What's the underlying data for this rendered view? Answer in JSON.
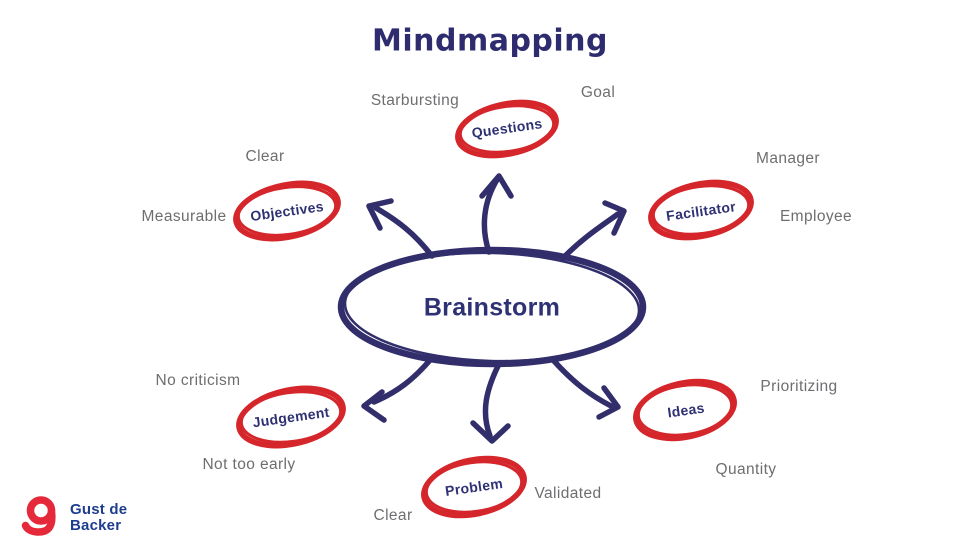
{
  "title": "Mindmapping",
  "center": {
    "label": "Brainstorm"
  },
  "branches": [
    {
      "label": "Questions",
      "satellites": [
        "Starbursting",
        "Goal"
      ]
    },
    {
      "label": "Facilitator",
      "satellites": [
        "Manager",
        "Employee"
      ]
    },
    {
      "label": "Ideas",
      "satellites": [
        "Prioritizing",
        "Quantity"
      ]
    },
    {
      "label": "Problem",
      "satellites": [
        "Validated",
        "Clear"
      ]
    },
    {
      "label": "Judgement",
      "satellites": [
        "No criticism",
        "Not too early"
      ]
    },
    {
      "label": "Objectives",
      "satellites": [
        "Clear",
        "Measurable"
      ]
    }
  ],
  "logo": {
    "name_line1": "Gust de",
    "name_line2": "Backer"
  },
  "colors": {
    "ink_navy": "#312e6b",
    "highlight_red": "#d4262b",
    "satellite_gray": "#6e6e71",
    "logo_blue": "#1d3d91",
    "logo_red": "#e5293a",
    "background": "#ffffff"
  }
}
